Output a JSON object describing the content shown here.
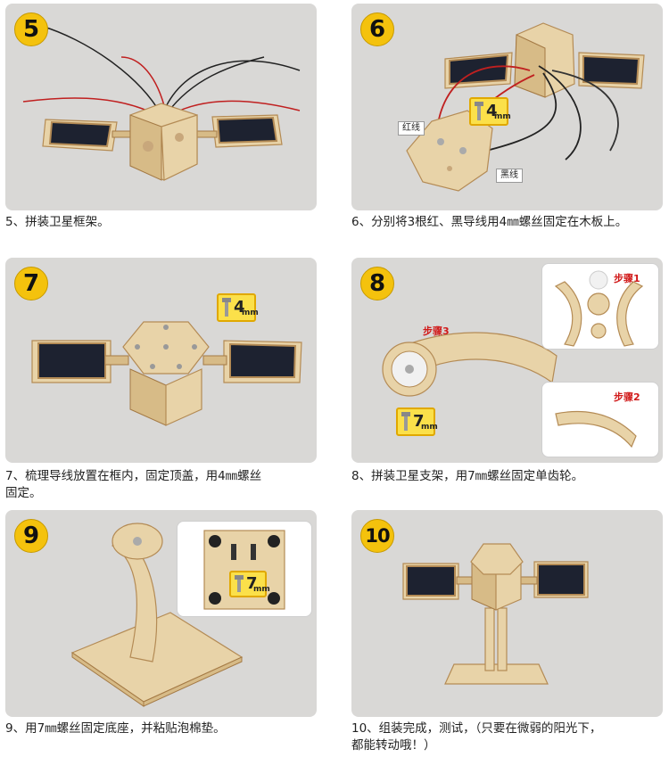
{
  "steps": [
    {
      "num": "5",
      "caption": "5、拼装卫星框架。"
    },
    {
      "num": "6",
      "caption": "6、分别将3根红、黑导线用4㎜螺丝固定在木板上。",
      "labels": {
        "red": "红线",
        "black": "黑线"
      },
      "screw": {
        "num": "4",
        "unit": "毫米",
        "unit2": "mm"
      }
    },
    {
      "num": "7",
      "caption_line1": "7、梳理导线放置在框内，固定顶盖，用4㎜螺丝",
      "caption_line2": "固定。",
      "screw": {
        "num": "4",
        "unit": "毫米",
        "unit2": "mm"
      }
    },
    {
      "num": "8",
      "caption": "8、拼装卫星支架，用7㎜螺丝固定单齿轮。",
      "labels": {
        "step1": "步骤1",
        "step2": "步骤2",
        "step3": "步骤3"
      },
      "screw": {
        "num": "7",
        "unit": "毫米",
        "unit2": "mm"
      }
    },
    {
      "num": "9",
      "caption": "9、用7㎜螺丝固定底座，并粘贴泡棉垫。",
      "screw": {
        "num": "7",
        "unit": "毫米",
        "unit2": "mm"
      }
    },
    {
      "num": "10",
      "caption_line1": "10、组装完成，测试，（只要在微弱的阳光下，",
      "caption_line2": "都能转动哦！）"
    }
  ],
  "colors": {
    "badge": "#f4c20d",
    "card_bg": "#d9d8d6",
    "label_red": "#d11a1a"
  }
}
